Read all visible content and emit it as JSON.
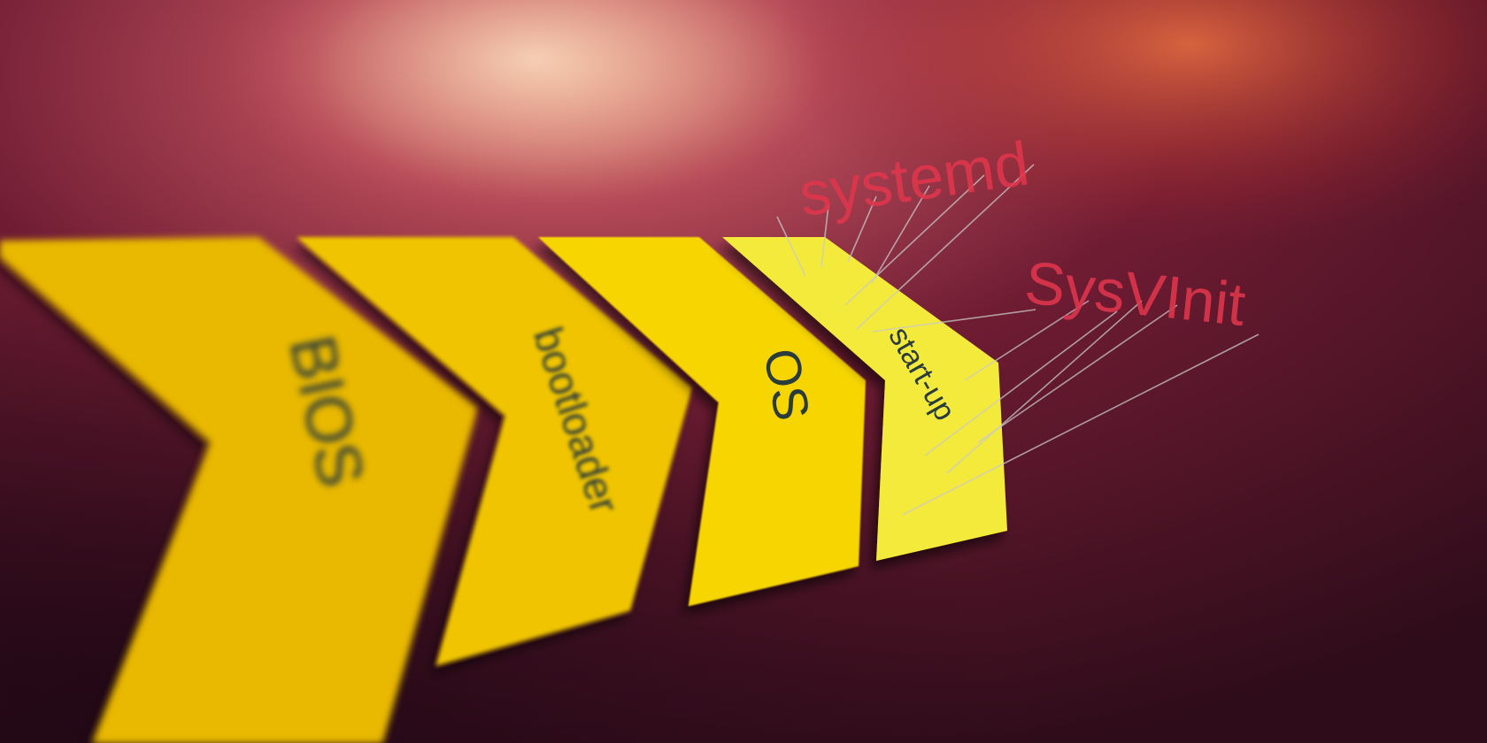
{
  "diagram": {
    "stages": [
      {
        "label": "BIOS",
        "color": "#e9b800"
      },
      {
        "label": "bootloader",
        "color": "#f0c400"
      },
      {
        "label": "OS",
        "color": "#f7d500"
      },
      {
        "label": "start-up",
        "color": "#f4ea3a"
      }
    ],
    "init_systems": [
      {
        "label": "systemd"
      },
      {
        "label": "SysVInit"
      }
    ],
    "colors": {
      "background_dark": "#3a0f1e",
      "background_mid": "#7a1d30",
      "glow": "#f2b98a",
      "accent_red": "#e0364c",
      "stage_text": "#2c3a3a",
      "connector": "#c9c9c9"
    }
  }
}
